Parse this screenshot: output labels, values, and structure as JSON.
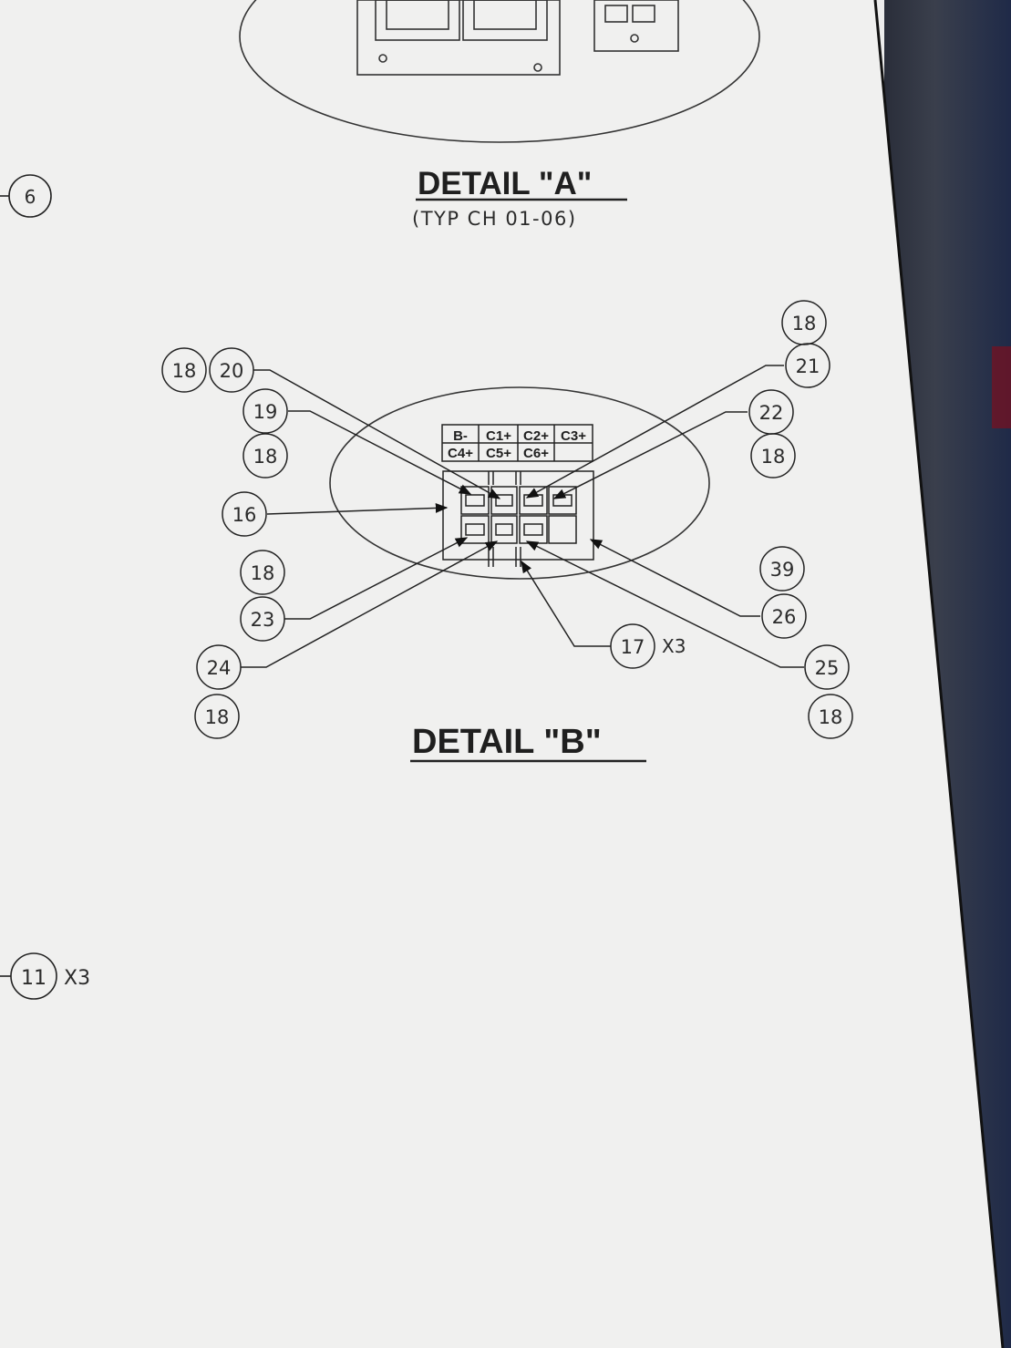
{
  "detail_a": {
    "title": "DETAIL \"A\"",
    "subtitle": "(TYP CH 01-06)"
  },
  "detail_b": {
    "title": "DETAIL \"B\"",
    "label_grid": {
      "row1": [
        "B-",
        "C1+",
        "C2+",
        "C3+"
      ],
      "row2": [
        "C4+",
        "C5+",
        "C6+",
        ""
      ]
    },
    "balloons": {
      "b18_top_left": "18",
      "b20": "20",
      "b19": "19",
      "b18_left_2": "18",
      "b16": "16",
      "b18_left_3": "18",
      "b23": "23",
      "b24": "24",
      "b18_left_4": "18",
      "b18_top_right": "18",
      "b21": "21",
      "b22": "22",
      "b18_right_2": "18",
      "b39": "39",
      "b26": "26",
      "b17": "17",
      "b25": "25",
      "b18_right_3": "18"
    },
    "b17_qty": "X3"
  },
  "edge_callouts": {
    "c6": "6",
    "c11": "11",
    "c11_qty": "X3"
  }
}
